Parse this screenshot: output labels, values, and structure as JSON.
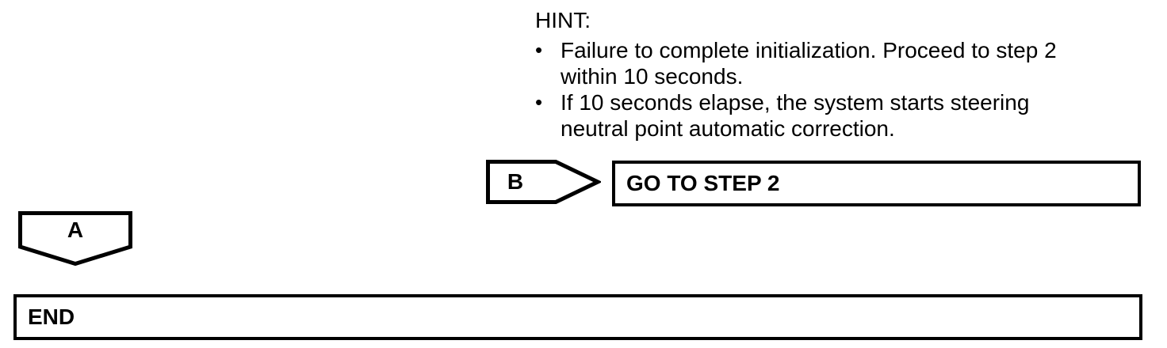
{
  "hint": {
    "title": "HINT:",
    "bullet_char": "•",
    "bullets": [
      "Failure to complete initialization. Proceed to step 2\nwithin 10 seconds.",
      "If 10 seconds elapse, the system starts steering\nneutral point automatic correction."
    ]
  },
  "connectors": {
    "b_label": "B",
    "a_label": "A"
  },
  "boxes": {
    "goto_label": "GO TO STEP 2",
    "end_label": "END"
  },
  "colors": {
    "line": "#000000",
    "background": "#ffffff",
    "text": "#000000"
  }
}
